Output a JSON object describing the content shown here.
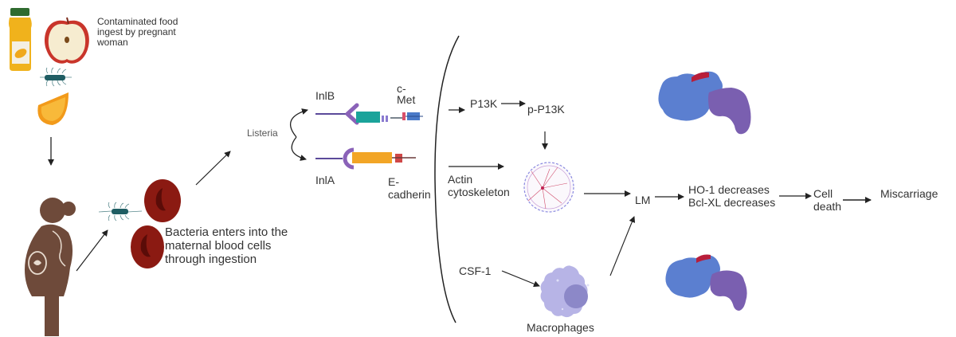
{
  "labels": {
    "food_caption": [
      "Contaminated food",
      "ingest by pregnant",
      "woman"
    ],
    "bacteria_caption": [
      "Bacteria enters into the",
      "maternal blood cells",
      "through ingestion"
    ],
    "listeria": "Listeria",
    "inlb": "InlB",
    "inla": "InlA",
    "cmet": [
      "c-",
      "Met"
    ],
    "ecadherin": [
      "E-",
      "cadherin"
    ],
    "p13k": "P13K",
    "pp13k": "p-P13K",
    "actin": [
      "Actin",
      "cytoskeleton"
    ],
    "csf1": "CSF-1",
    "macrophages": "Macrophages",
    "lm": "LM",
    "ho1": "HO-1 decreases",
    "bclxl": "Bcl-XL decreases",
    "cell_death": [
      "Cell",
      "death"
    ],
    "miscarriage": "Miscarriage"
  },
  "colors": {
    "arrow": "#222222",
    "woman": "#6e4a3a",
    "rbc": "#8b1a12",
    "bacteria": "#1f5d63",
    "protein_blue": "#5b7fd0",
    "protein_purple": "#7a5fb0",
    "protein_red": "#b81e3a",
    "macrophage": "#b7b4e6"
  }
}
